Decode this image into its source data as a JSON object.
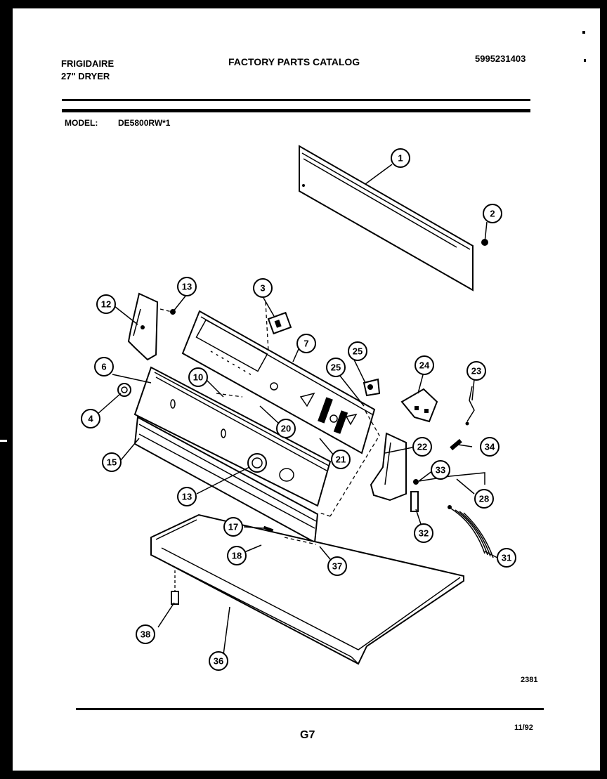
{
  "header": {
    "brand": "FRIGIDAIRE",
    "product": "27\" DRYER",
    "catalog_title": "FACTORY PARTS CATALOG",
    "catalog_number": "5995231403",
    "model_label": "MODEL:",
    "model_value": "DE5800RW*1"
  },
  "diagram": {
    "callouts": [
      {
        "id": "c1",
        "label": "1"
      },
      {
        "id": "c2",
        "label": "2"
      },
      {
        "id": "c3",
        "label": "3"
      },
      {
        "id": "c4",
        "label": "4"
      },
      {
        "id": "c6",
        "label": "6"
      },
      {
        "id": "c7",
        "label": "7"
      },
      {
        "id": "c10",
        "label": "10"
      },
      {
        "id": "c12",
        "label": "12"
      },
      {
        "id": "c13a",
        "label": "13"
      },
      {
        "id": "c13b",
        "label": "13"
      },
      {
        "id": "c15",
        "label": "15"
      },
      {
        "id": "c17",
        "label": "17"
      },
      {
        "id": "c18",
        "label": "18"
      },
      {
        "id": "c20",
        "label": "20"
      },
      {
        "id": "c21",
        "label": "21"
      },
      {
        "id": "c22",
        "label": "22"
      },
      {
        "id": "c23",
        "label": "23"
      },
      {
        "id": "c24",
        "label": "24"
      },
      {
        "id": "c25a",
        "label": "25"
      },
      {
        "id": "c25b",
        "label": "25"
      },
      {
        "id": "c28",
        "label": "28"
      },
      {
        "id": "c31",
        "label": "31"
      },
      {
        "id": "c32",
        "label": "32"
      },
      {
        "id": "c33",
        "label": "33"
      },
      {
        "id": "c34",
        "label": "34"
      },
      {
        "id": "c36",
        "label": "36"
      },
      {
        "id": "c37",
        "label": "37"
      },
      {
        "id": "c38",
        "label": "38"
      }
    ]
  },
  "footer": {
    "drawing_number": "2381",
    "page_code": "G7",
    "date": "11/92"
  }
}
